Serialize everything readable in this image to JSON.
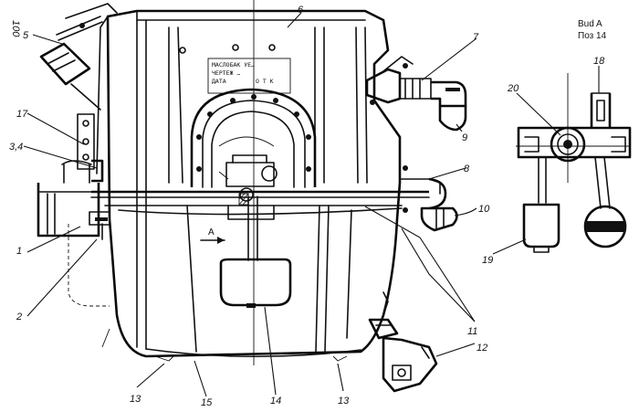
{
  "page_number": "100",
  "view_title": "Bud A",
  "view_subtitle": "Поз 14",
  "nameplate": [
    "МАСЛОБАК УЕ…",
    "ЧЕРТЕЖ …",
    "ДАТА",
    "О Т К"
  ],
  "direction_label": "A",
  "callouts": [
    {
      "text": "1"
    },
    {
      "text": "2"
    },
    {
      "text": "3,4"
    },
    {
      "text": "5"
    },
    {
      "text": "6"
    },
    {
      "text": "7"
    },
    {
      "text": "8"
    },
    {
      "text": "9"
    },
    {
      "text": "10"
    },
    {
      "text": "11"
    },
    {
      "text": "12"
    },
    {
      "text": "13"
    },
    {
      "text": "13"
    },
    {
      "text": "14"
    },
    {
      "text": "15"
    },
    {
      "text": "17"
    },
    {
      "text": "18"
    },
    {
      "text": "19"
    },
    {
      "text": "20"
    }
  ]
}
